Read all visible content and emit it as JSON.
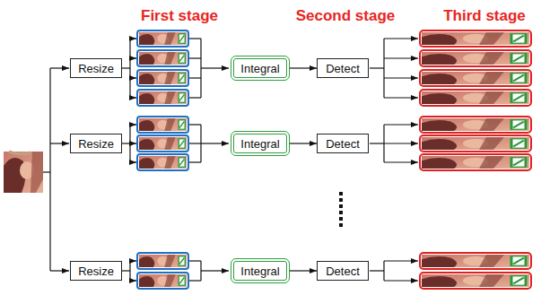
{
  "diagram": {
    "nodes": [
      {
        "text": [
          "Resize"
        ]
      },
      {
        "text": [
          "Integral"
        ]
      },
      {
        "text": [
          "Detect"
        ]
      },
      {
        "text": [
          "Resize"
        ]
      },
      {
        "text": [
          "Integral"
        ]
      },
      {
        "text": [
          "Detect"
        ]
      },
      {
        "text": [
          "Resize"
        ]
      },
      {
        "text": [
          "Integral"
        ]
      },
      {
        "text": [
          "Detect"
        ]
      }
    ],
    "edges": [
      {
        "from": 1,
        "to": 2,
        "arrow": "to"
      },
      {
        "from": 4,
        "to": 5,
        "arrow": "to"
      },
      {
        "from": 7,
        "to": 8,
        "arrow": "to"
      }
    ],
    "labels": [
      "First stage",
      "Second stage",
      "Third stage"
    ]
  }
}
